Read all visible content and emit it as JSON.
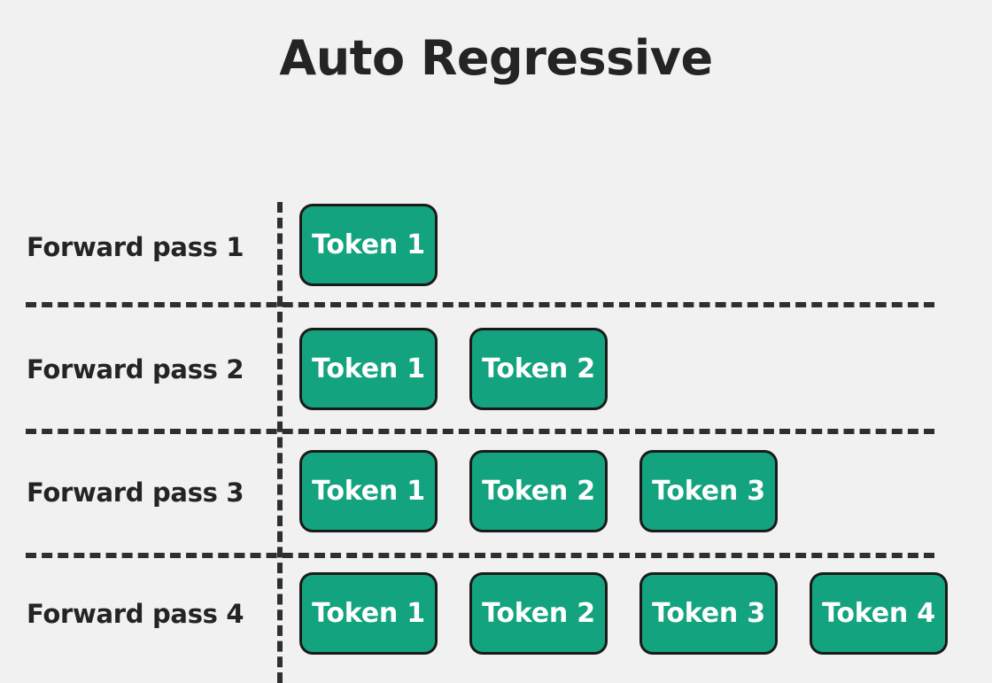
{
  "page": {
    "title": "Auto Regressive",
    "background_color": "#f1f1f1",
    "text_color": "#242424",
    "accent_color": "#13a37f",
    "border_color": "#1a1a1a",
    "dash_color": "#2f2f2f",
    "token_text_color": "#ffffff"
  },
  "diagram": {
    "type": "autoregressive-decoding-steps",
    "rows": [
      {
        "label": "Forward pass 1",
        "tokens": [
          "Token 1"
        ]
      },
      {
        "label": "Forward pass 2",
        "tokens": [
          "Token 1",
          "Token 2"
        ]
      },
      {
        "label": "Forward pass 3",
        "tokens": [
          "Token 1",
          "Token 2",
          "Token 3"
        ]
      },
      {
        "label": "Forward pass 4",
        "tokens": [
          "Token 1",
          "Token 2",
          "Token 3",
          "Token 4"
        ]
      }
    ]
  }
}
